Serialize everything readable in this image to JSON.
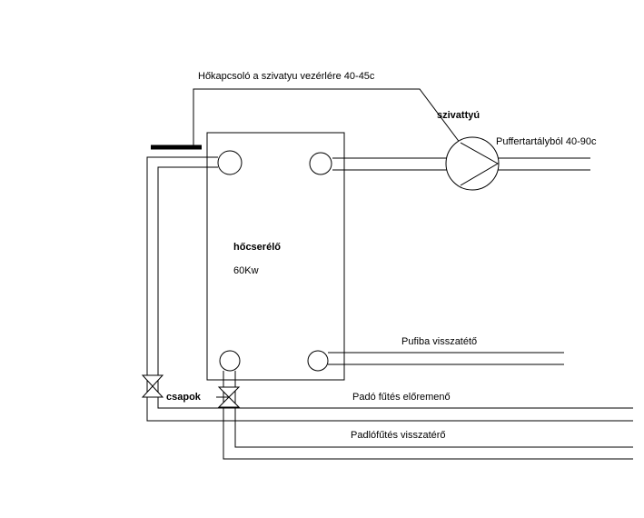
{
  "labels": {
    "thermostat": "Hőkapcsoló a szivatyu vezérlére 40-45c",
    "pump": "szivattyú",
    "buffer_supply": "Puffertartályból 40-90c",
    "exchanger_name": "hőcserélő",
    "exchanger_power": "60Kw",
    "buffer_return": "Pufiba visszatétő",
    "valves": "csapok",
    "floor_supply": "Padó fűtés előremenő",
    "floor_return": "Padlófűtés visszatérő"
  },
  "colors": {
    "line": "#000000",
    "background": "#ffffff"
  }
}
